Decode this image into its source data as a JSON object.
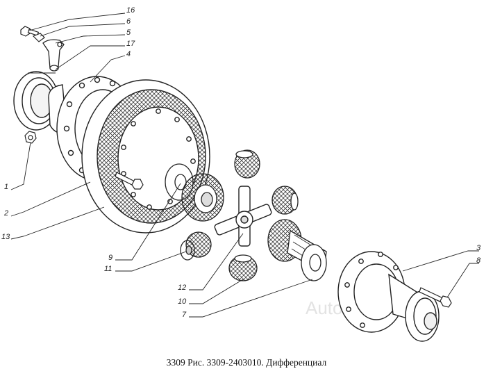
{
  "caption": "3309 Рис. 3309-2403010. Дифференциал",
  "watermark": "Autoc",
  "callouts": [
    {
      "id": "16",
      "label": "16"
    },
    {
      "id": "6",
      "label": "6"
    },
    {
      "id": "5",
      "label": "5"
    },
    {
      "id": "17",
      "label": "17"
    },
    {
      "id": "4",
      "label": "4"
    },
    {
      "id": "1",
      "label": "1"
    },
    {
      "id": "2",
      "label": "2"
    },
    {
      "id": "13",
      "label": "13"
    },
    {
      "id": "9",
      "label": "9"
    },
    {
      "id": "11",
      "label": "11"
    },
    {
      "id": "12",
      "label": "12"
    },
    {
      "id": "10",
      "label": "10"
    },
    {
      "id": "7",
      "label": "7"
    },
    {
      "id": "3",
      "label": "3"
    },
    {
      "id": "8",
      "label": "8"
    }
  ]
}
